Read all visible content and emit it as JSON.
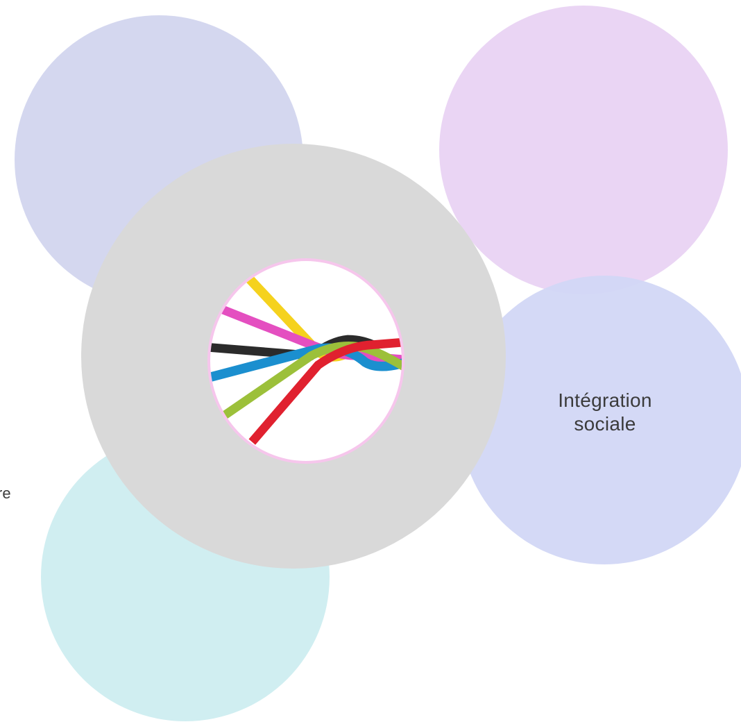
{
  "diagram": {
    "bubbles": [
      {
        "id": "top-left",
        "color": "#d2d5ee",
        "label": ""
      },
      {
        "id": "top-right",
        "color": "#e9d3f3",
        "label": ""
      },
      {
        "id": "right",
        "color": "#d2d7f6",
        "label_lines": [
          "Intégration",
          "sociale"
        ]
      },
      {
        "id": "bottom-left",
        "color": "#ceedf0",
        "label": ""
      }
    ],
    "hub": {
      "ring_color": "#d9d9d9",
      "border_color": "#f6c6ec",
      "image": "braided-colored-cords"
    },
    "partial_left_text": "re"
  },
  "cords": {
    "colors": [
      "#f5d21e",
      "#e44fc0",
      "#2b2b2b",
      "#1b8fcf",
      "#9cc03a",
      "#e0212f"
    ]
  }
}
